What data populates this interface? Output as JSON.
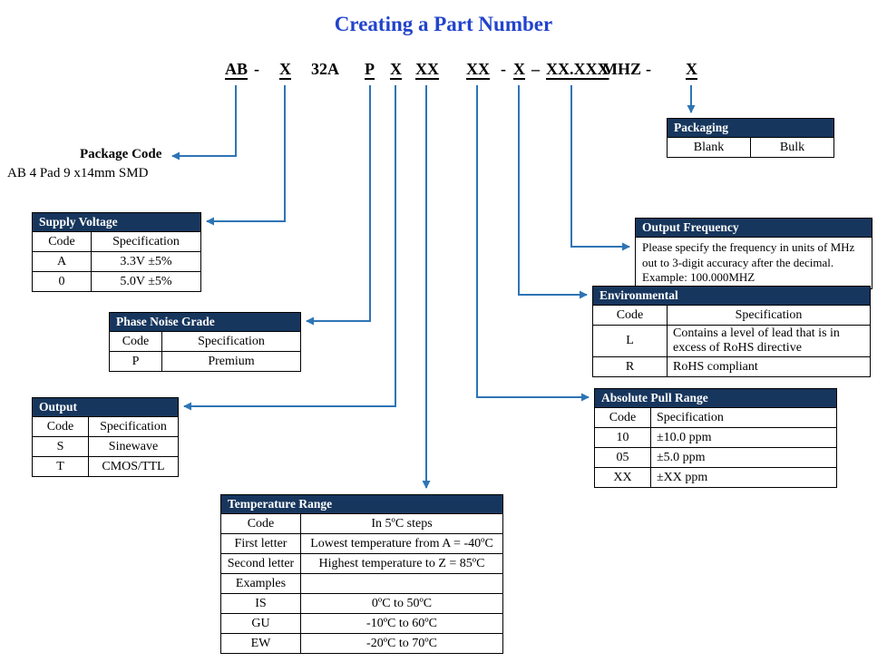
{
  "title": "Creating a Part Number",
  "part_number": {
    "seg_ab": "AB",
    "seg_dash1": "-",
    "seg_x1": "X",
    "seg_32a": "32A",
    "seg_p": "P",
    "seg_x2": "X",
    "seg_xx1": "XX",
    "seg_xx2": "XX",
    "seg_dash2": "-",
    "seg_x3": "X",
    "seg_endash": "–",
    "seg_xxxxx": "XX.XXX",
    "seg_mhz": "MHZ",
    "seg_dash3": "-",
    "seg_x4": "X"
  },
  "package_code": {
    "label": "Package Code",
    "description": "AB 4 Pad 9 x14mm SMD"
  },
  "tables": {
    "packaging": {
      "title": "Packaging",
      "cells": [
        "Blank",
        "Bulk"
      ]
    },
    "supply_voltage": {
      "title": "Supply Voltage",
      "rows": [
        [
          "Code",
          "Specification"
        ],
        [
          "A",
          "3.3V ±5%"
        ],
        [
          "0",
          "5.0V ±5%"
        ]
      ]
    },
    "phase_noise_grade": {
      "title": "Phase Noise Grade",
      "rows": [
        [
          "Code",
          "Specification"
        ],
        [
          "P",
          "Premium"
        ]
      ]
    },
    "output": {
      "title": "Output",
      "rows": [
        [
          "Code",
          "Specification"
        ],
        [
          "S",
          "Sinewave"
        ],
        [
          "T",
          "CMOS/TTL"
        ]
      ]
    },
    "temperature_range": {
      "title": "Temperature Range",
      "rows": [
        [
          "Code",
          "In 5ºC steps"
        ],
        [
          "First letter",
          "Lowest temperature from A = -40ºC"
        ],
        [
          "Second letter",
          "Highest temperature to Z = 85ºC"
        ],
        [
          "Examples",
          ""
        ],
        [
          "IS",
          "0ºC to 50ºC"
        ],
        [
          "GU",
          "-10ºC to 60ºC"
        ],
        [
          "EW",
          "-20ºC to 70ºC"
        ]
      ]
    },
    "output_frequency": {
      "title": "Output Frequency",
      "body": "Please specify the frequency in units of MHz out to 3-digit accuracy after the decimal. Example: 100.000MHZ"
    },
    "environmental": {
      "title": "Environmental",
      "rows": [
        [
          "Code",
          "Specification"
        ],
        [
          "L",
          "Contains a level of lead that is in excess of RoHS directive"
        ],
        [
          "R",
          "RoHS compliant"
        ]
      ]
    },
    "absolute_pull_range": {
      "title": "Absolute Pull Range",
      "rows": [
        [
          "Code",
          "Specification"
        ],
        [
          "10",
          "±10.0 ppm"
        ],
        [
          "05",
          "±5.0 ppm"
        ],
        [
          "XX",
          "±XX ppm"
        ]
      ]
    }
  },
  "colors": {
    "header_bar": "#17365D",
    "arrow": "#2E74B5",
    "title_color": "#2244CC"
  }
}
